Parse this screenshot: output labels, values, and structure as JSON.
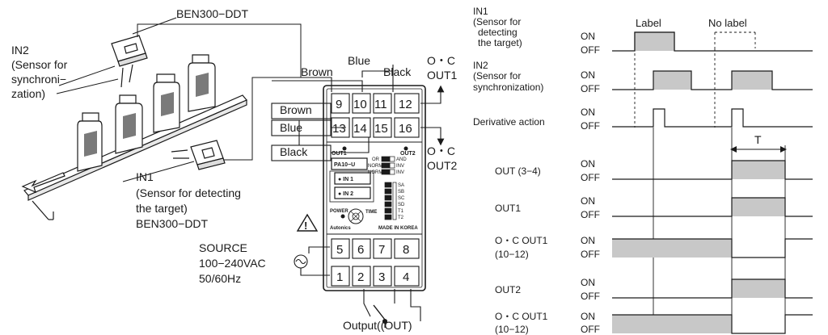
{
  "wiring": {
    "sensor_top_model": "BEN300−DDT",
    "in2_text": [
      "IN2",
      "(Sensor for",
      "synchroni−",
      "zation)"
    ],
    "in1_text": [
      "IN1",
      "(Sensor for detecting",
      " the target)",
      "BEN300−DDT"
    ],
    "wire_colors_top": [
      "Brown",
      "Blue",
      "Black"
    ],
    "wire_colors_left": [
      "Brown",
      "Blue",
      "Black"
    ],
    "oc_out1": [
      "O・C",
      "OUT1"
    ],
    "oc_out2": [
      "O・C",
      "OUT2"
    ],
    "source": [
      "SOURCE",
      "100−240VAC",
      "50/60Hz"
    ],
    "output_label": "Output((OUT)",
    "terminals_top": [
      "9",
      "10",
      "11",
      "12"
    ],
    "terminals_mid": [
      "13",
      "14",
      "15",
      "16"
    ],
    "terminals_low": [
      "5",
      "6",
      "7",
      "8"
    ],
    "terminals_bot": [
      "1",
      "2",
      "3",
      "4"
    ]
  },
  "device": {
    "model": "PA10−U",
    "out1": "OUT1",
    "out2": "OUT2",
    "in1": "● IN 1",
    "in2": "● IN 2",
    "power": "POWER",
    "brand": "Autonics",
    "made_in": "MADE IN KOREA",
    "time": "TIME",
    "left_switch_labels": [
      "OR",
      "NORM",
      "NORM"
    ],
    "right_switch_labels": [
      "AND",
      "INV",
      "INV"
    ],
    "mode_labels": [
      "SA",
      "SB",
      "SC",
      "SD",
      "T1",
      "T2"
    ]
  },
  "timing": {
    "rows": [
      {
        "label": [
          "IN1",
          "(Sensor for",
          "detecting",
          "the target)"
        ],
        "on": "ON",
        "off": "OFF"
      },
      {
        "label": [
          "IN2",
          "(Sensor for",
          "synchronization)"
        ],
        "on": "ON",
        "off": "OFF"
      },
      {
        "label": [
          "Derivative action"
        ],
        "on": "ON",
        "off": "OFF"
      },
      {
        "label": [
          "OUT (3−4)"
        ],
        "on": "ON",
        "off": "OFF"
      },
      {
        "label": [
          "OUT1"
        ],
        "on": "ON",
        "off": "OFF"
      },
      {
        "label": [
          "O・C OUT1",
          "(10−12)"
        ],
        "on": "ON",
        "off": "OFF"
      },
      {
        "label": [
          "OUT2"
        ],
        "on": "ON",
        "off": "OFF"
      },
      {
        "label": [
          "O・C OUT1",
          "(10−12)"
        ],
        "on": "ON",
        "off": "OFF"
      }
    ],
    "label_yes": "Label",
    "label_no": "No label",
    "period": "T"
  },
  "colors": {
    "fill": "#c8c8c8",
    "line": "#1a1a1a"
  }
}
